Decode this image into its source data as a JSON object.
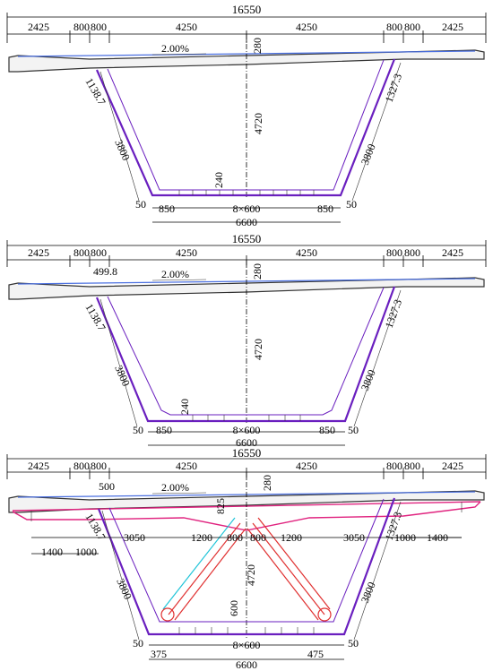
{
  "sections": [
    {
      "top": {
        "total": "16550",
        "segs": [
          "2425",
          "800",
          "800",
          "4250",
          "4250",
          "800",
          "800",
          "2425"
        ]
      },
      "slope": "2.00%",
      "thick": "280",
      "height": "4720",
      "web_left": "1138.7",
      "web_right": "1327.3",
      "web_len_left": "3800",
      "web_len_right": "3800",
      "bot_thk": "240",
      "bottom": {
        "left_out": "50",
        "left": "850",
        "mid": "8×600",
        "right": "850",
        "right_out": "50",
        "total": "6600"
      }
    },
    {
      "top": {
        "total": "16550",
        "segs": [
          "2425",
          "800",
          "800",
          "4250",
          "4250",
          "800",
          "800",
          "2425"
        ]
      },
      "extra": "499.8",
      "slope": "2.00%",
      "thick": "280",
      "height": "4720",
      "web_left": "1138.7",
      "web_right": "1327.3",
      "web_len_left": "3800",
      "web_len_right": "3800",
      "bot_thk": "240",
      "bottom": {
        "left_out": "50",
        "left": "850",
        "mid": "8×600",
        "right": "850",
        "right_out": "50",
        "total": "6600"
      }
    },
    {
      "top": {
        "total": "16550",
        "segs": [
          "2425",
          "800",
          "800",
          "4250",
          "4250",
          "800",
          "800",
          "2425"
        ]
      },
      "extra": "500",
      "slope": "2.00%",
      "thick": "280",
      "height": "4720",
      "web_left": "1138.7",
      "web_right": "1327.3",
      "web_len_left": "3800",
      "web_len_right": "3800",
      "strut": "825",
      "strut_bot": "600",
      "mid_row": [
        "1400",
        "1000",
        "3050",
        "1200",
        "800",
        "800",
        "1200",
        "3050",
        "1000",
        "1400"
      ],
      "bottom": {
        "left_out": "50",
        "left": "375",
        "mid": "8×600",
        "right": "475",
        "right_out": "50",
        "total": "6600"
      }
    }
  ],
  "colors": {
    "web": "#6a1fbf",
    "slab_edge": "#4a6fe0",
    "strut_red": "#e03030",
    "strut_cyan": "#20c4d8",
    "rib": "#e0237f"
  }
}
